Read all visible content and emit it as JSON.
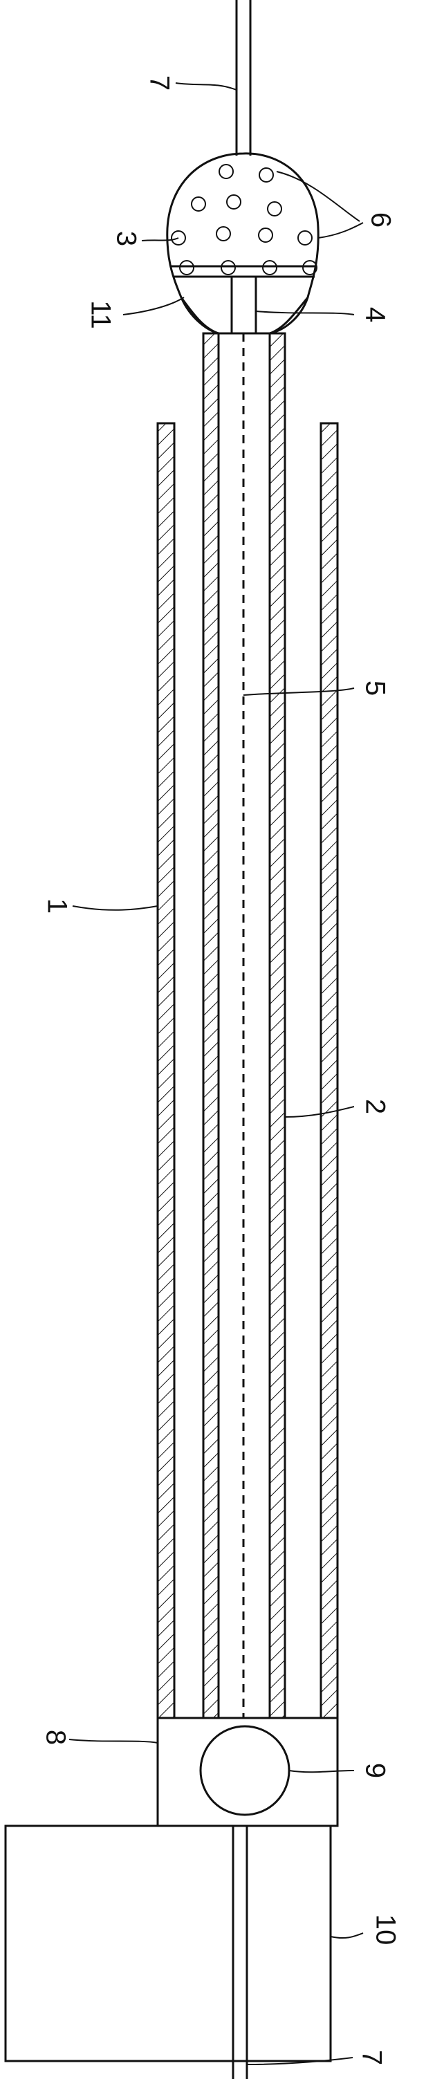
{
  "figure": {
    "labels": [
      {
        "key": "l7_top",
        "text": "7"
      },
      {
        "key": "l3",
        "text": "3"
      },
      {
        "key": "l6",
        "text": "6"
      },
      {
        "key": "l11",
        "text": "11"
      },
      {
        "key": "l4",
        "text": "4"
      },
      {
        "key": "l5",
        "text": "5"
      },
      {
        "key": "l1",
        "text": "1"
      },
      {
        "key": "l2",
        "text": "2"
      },
      {
        "key": "l8",
        "text": "8"
      },
      {
        "key": "l9",
        "text": "9"
      },
      {
        "key": "l10",
        "text": "10"
      },
      {
        "key": "l7_bottom",
        "text": "7"
      }
    ],
    "colors": {
      "ink": "#111111",
      "paper": "#ffffff"
    }
  }
}
